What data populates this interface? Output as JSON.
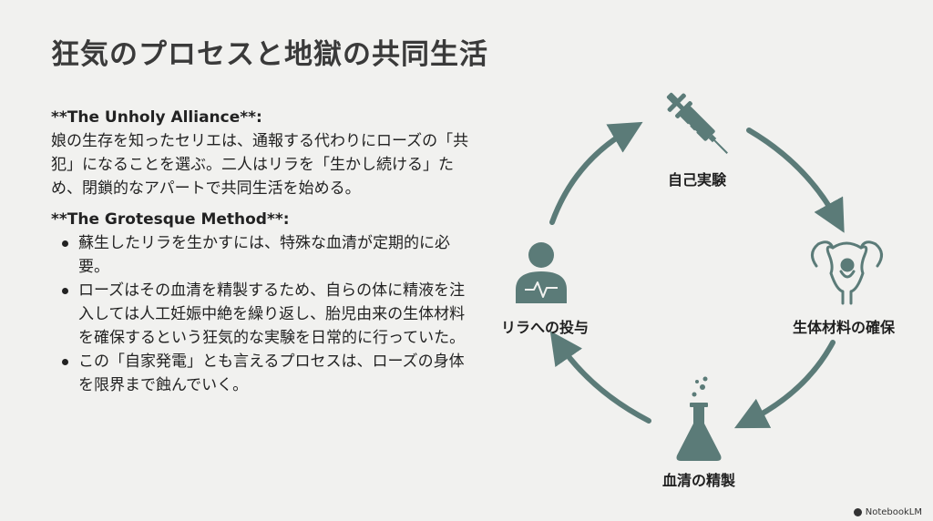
{
  "title": "狂気のプロセスと地獄の共同生活",
  "section1": {
    "heading": "**The Unholy Alliance**:",
    "body": "娘の生存を知ったセリエは、通報する代わりにローズの「共犯」になることを選ぶ。二人はリラを「生かし続ける」ため、閉鎖的なアパートで共同生活を始める。"
  },
  "section2": {
    "heading": "**The Grotesque Method**:",
    "bullets": [
      "蘇生したリラを生かすには、特殊な血清が定期的に必要。",
      "ローズはその血清を精製するため、自らの体に精液を注入しては人工妊娠中絶を繰り返し、胎児由来の生体材料を確保するという狂気的な実験を日常的に行っていた。",
      "この「自家発電」とも言えるプロセスは、ローズの身体を限界まで蝕んでいく。"
    ]
  },
  "cycle": {
    "nodes": [
      {
        "label": "自己実験",
        "icon": "syringe-icon"
      },
      {
        "label": "生体材料の確保",
        "icon": "uterus-icon"
      },
      {
        "label": "血清の精製",
        "icon": "flask-icon"
      },
      {
        "label": "リラへの投与",
        "icon": "patient-icon"
      }
    ],
    "color": "#5b7b78"
  },
  "brand": "NotebookLM"
}
